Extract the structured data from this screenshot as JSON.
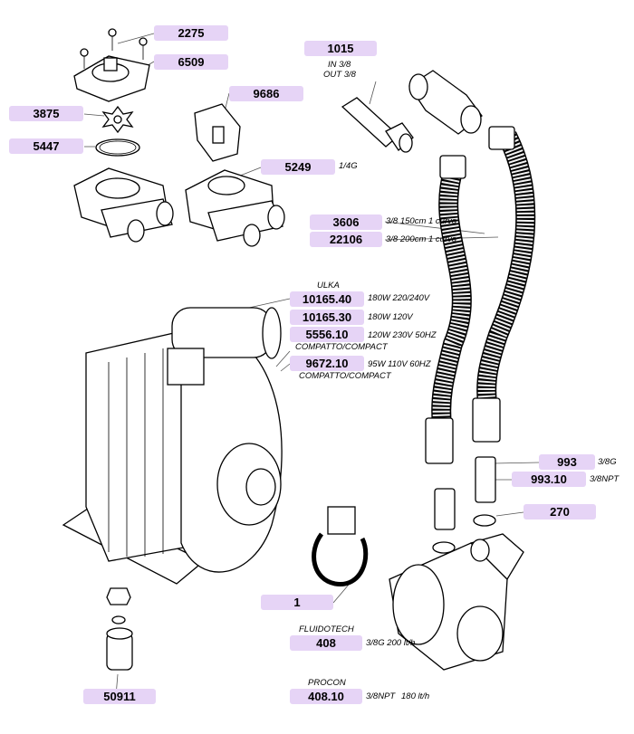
{
  "parts": {
    "p2275": {
      "code": "2275"
    },
    "p6509": {
      "code": "6509"
    },
    "p9686": {
      "code": "9686"
    },
    "p3875": {
      "code": "3875"
    },
    "p5447": {
      "code": "5447"
    },
    "p5249": {
      "code": "5249",
      "note": "1/4G"
    },
    "p1015": {
      "code": "1015",
      "note1": "IN 3/8",
      "note2": "OUT 3/8"
    },
    "p3606": {
      "code": "3606",
      "note": "3/8 150cm 1 curva"
    },
    "p22106": {
      "code": "22106",
      "note": "3/8 200cm 1 curva"
    },
    "ulka_label": "ULKA",
    "p10165_40": {
      "code": "10165.40",
      "note": "180W 220/240V"
    },
    "p10165_30": {
      "code": "10165.30",
      "note": "180W 120V"
    },
    "p5556_10": {
      "code": "5556.10",
      "note": "120W 230V 50HZ",
      "note2": "COMPATTO/COMPACT"
    },
    "p9672_10": {
      "code": "9672.10",
      "note": "95W 110V 60HZ",
      "note2": "COMPATTO/COMPACT"
    },
    "p993": {
      "code": "993",
      "note": "3/8G"
    },
    "p993_10": {
      "code": "993.10",
      "note": "3/8NPT"
    },
    "p270": {
      "code": "270"
    },
    "p1": {
      "code": "1"
    },
    "fluidotech_label": "FLUIDOTECH",
    "p408": {
      "code": "408",
      "note": "3/8G 200 lt/h"
    },
    "procon_label": "PROCON",
    "p408_10": {
      "code": "408.10",
      "note": "3/8NPT",
      "note2": "180 lt/h"
    },
    "p50911": {
      "code": "50911"
    }
  }
}
